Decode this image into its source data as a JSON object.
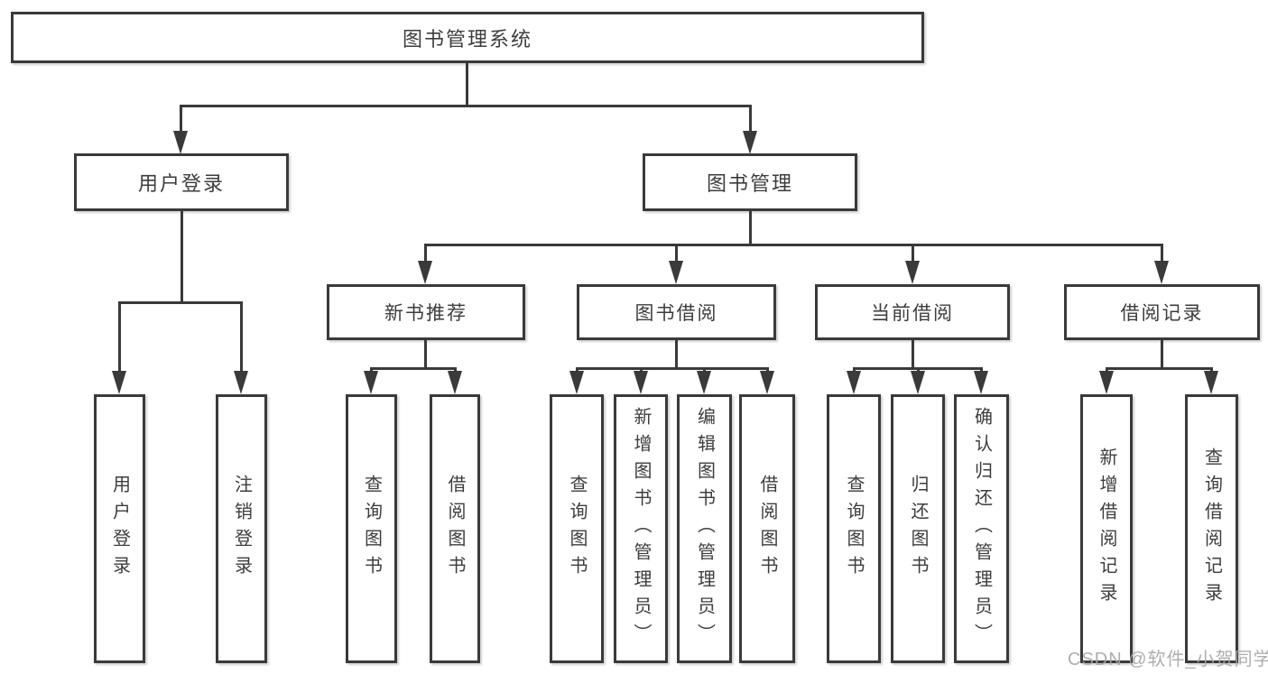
{
  "root": {
    "label": "图书管理系统"
  },
  "level2": {
    "user_login": {
      "label": "用户登录"
    },
    "book_management": {
      "label": "图书管理"
    }
  },
  "level3": {
    "new_books": {
      "label": "新书推荐"
    },
    "book_borrow": {
      "label": "图书借阅"
    },
    "current_borrow": {
      "label": "当前借阅"
    },
    "borrow_records": {
      "label": "借阅记录"
    }
  },
  "leaves": {
    "user_login": [
      "用户登录",
      "注销登录"
    ],
    "new_books": [
      "查询图书",
      "借阅图书"
    ],
    "book_borrow": [
      "查询图书",
      "新增图书（管理员）",
      "编辑图书（管理员）",
      "借阅图书"
    ],
    "current_borrow": [
      "查询图书",
      "归还图书",
      "确认归还（管理员）"
    ],
    "borrow_records": [
      "新增借阅记录",
      "查询借阅记录"
    ]
  },
  "watermark": "CSDN @软件_小贺同学",
  "colors": {
    "line": "#3a3a3a",
    "text": "#3d3d3d",
    "box_bg": "#ffffff",
    "watermark": "#a6a6a6"
  }
}
